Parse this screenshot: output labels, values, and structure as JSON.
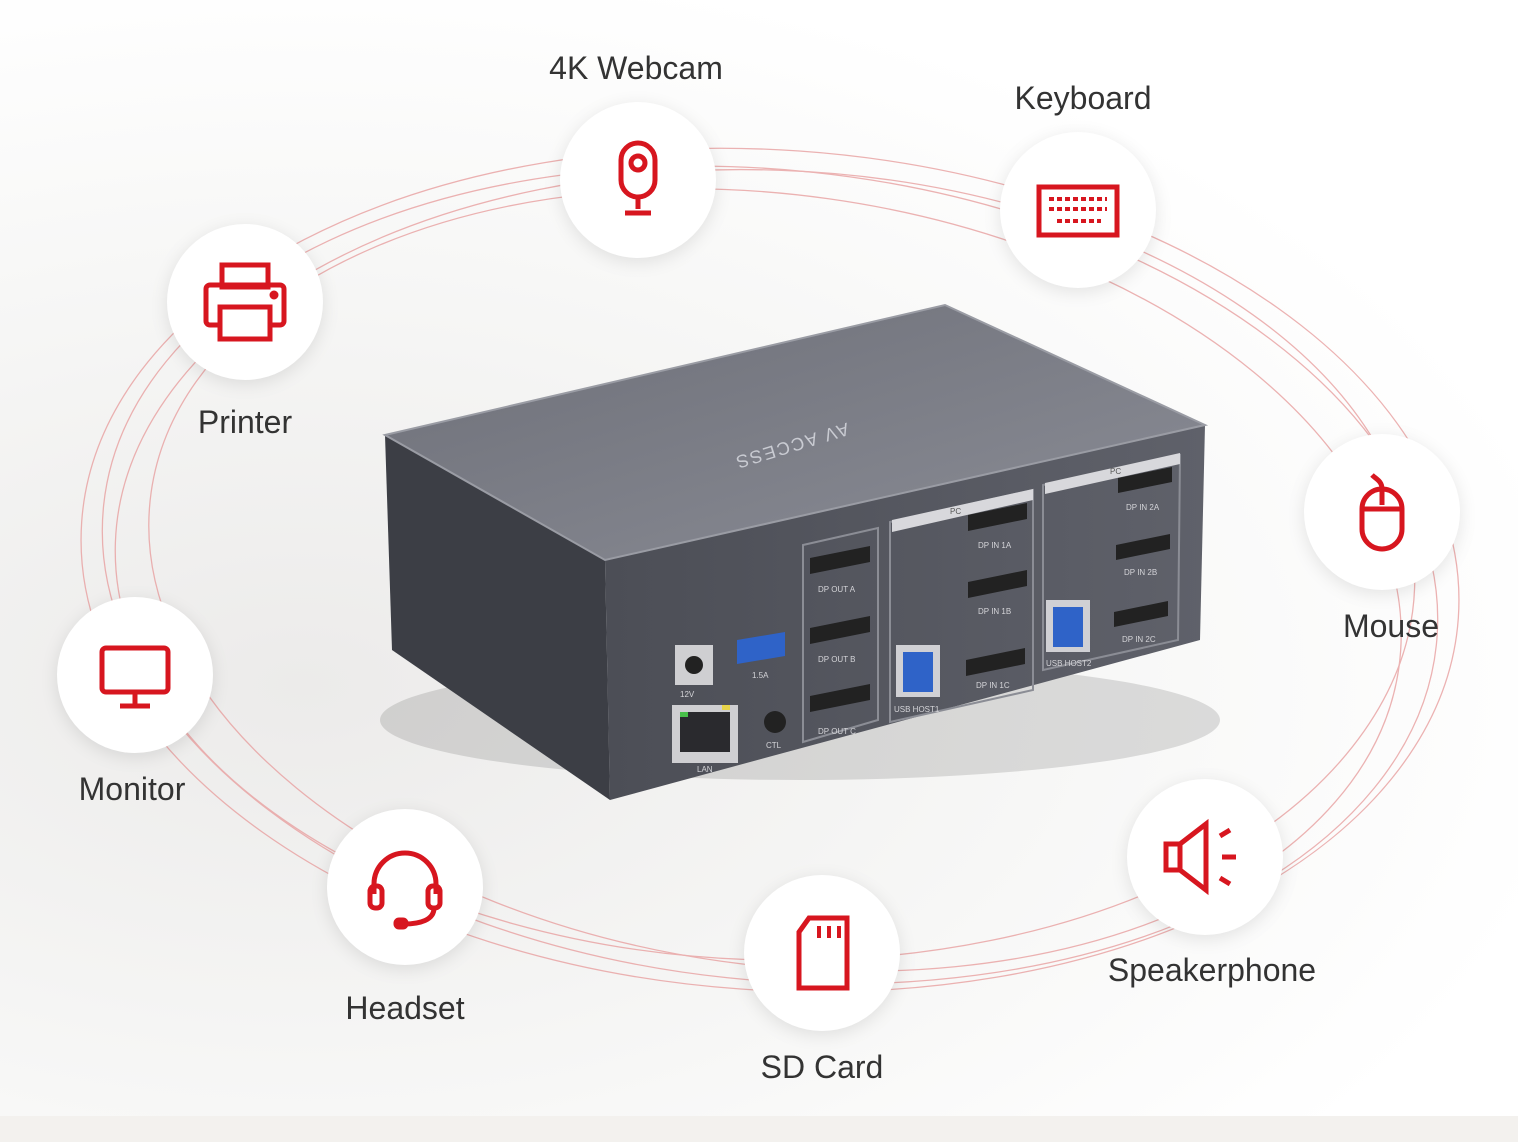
{
  "accent_color": "#d7161f",
  "device": {
    "brand": "AV ACCESS",
    "ports": {
      "power": "12V",
      "usb": "1.5A",
      "lan": "LAN",
      "ctl": "CTL",
      "dp_out": [
        "DP OUT A",
        "DP OUT B",
        "DP OUT C"
      ],
      "pc1": {
        "header": "PC",
        "usb": "USB HOST1",
        "dp_in": [
          "DP IN 1A",
          "DP IN 1B",
          "DP IN 1C"
        ]
      },
      "pc2": {
        "header": "PC",
        "usb": "USB HOST2",
        "dp_in": [
          "DP IN 2A",
          "DP IN 2B",
          "DP IN 2C"
        ]
      }
    }
  },
  "peripherals": [
    {
      "label": "4K Webcam",
      "icon": "webcam-icon"
    },
    {
      "label": "Keyboard",
      "icon": "keyboard-icon"
    },
    {
      "label": "Printer",
      "icon": "printer-icon"
    },
    {
      "label": "Mouse",
      "icon": "mouse-icon"
    },
    {
      "label": "Monitor",
      "icon": "monitor-icon"
    },
    {
      "label": "Headset",
      "icon": "headset-icon"
    },
    {
      "label": "SD Card",
      "icon": "sd-card-icon"
    },
    {
      "label": "Speakerphone",
      "icon": "speakerphone-icon"
    }
  ]
}
